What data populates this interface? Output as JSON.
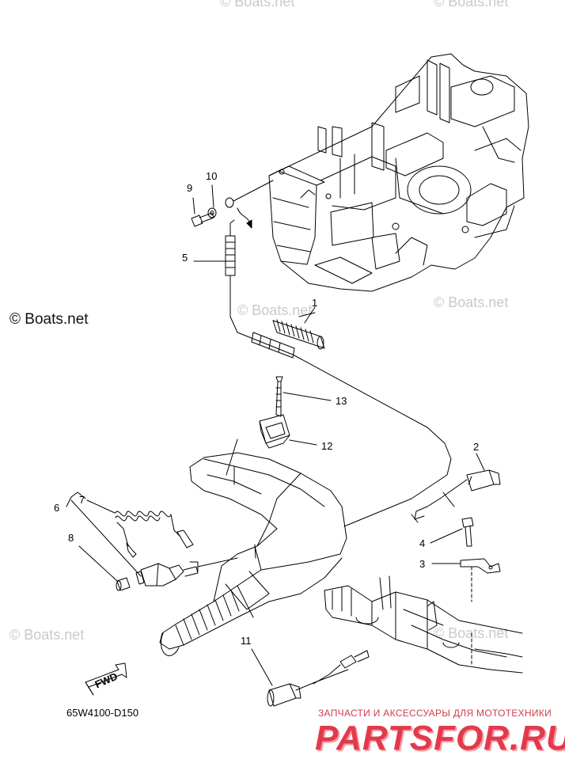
{
  "watermarks": {
    "main": "© Boats.net",
    "faint": "© Boats.net"
  },
  "callouts": {
    "c1": "1",
    "c2": "2",
    "c3": "3",
    "c4": "4",
    "c5": "5",
    "c6": "6",
    "c7": "7",
    "c8": "8",
    "c9": "9",
    "c10": "10",
    "c11": "11",
    "c12": "12",
    "c13": "13"
  },
  "fwd_label": "FWD",
  "part_code": "65W4100-D150",
  "brand": {
    "subtitle": "ЗАПЧАСТИ И АКСЕССУАРЫ ДЛЯ МОТОТЕХНИКИ",
    "name": "PARTSFOR.RU"
  },
  "colors": {
    "line": "#000000",
    "watermark": "#c9c9c9",
    "brand": "#e23a4b"
  }
}
